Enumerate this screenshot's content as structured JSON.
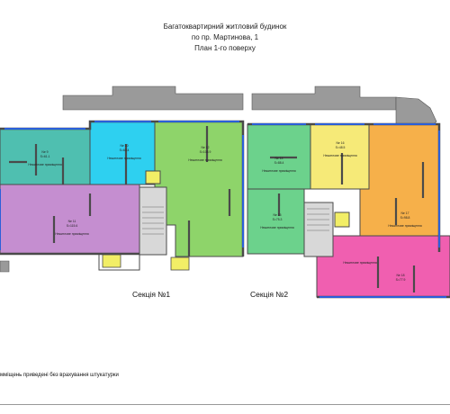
{
  "title": {
    "line1": "Багатоквартирний житловий будинок",
    "line2": "по пр. Мартинова, 1",
    "line3": "План 1-го поверху"
  },
  "sections": {
    "s1": "Секція №1",
    "s2": "Секція №2"
  },
  "footnote": "мміщень приведені без врахування штукатурки",
  "colors": {
    "wall": "#4a4a4a",
    "window": "#2b5fd9",
    "terrace": "#9a9a9a",
    "teal": "#4fbfb0",
    "cyan": "#2ed0f0",
    "green_light": "#8ed46a",
    "green_mid": "#6cd28c",
    "yellow": "#f6ea78",
    "orange": "#f6b04a",
    "purple": "#c58ed0",
    "pink": "#f05fb0",
    "stair": "#d8d8d8",
    "lift": "#f2ee66"
  },
  "rooms": [
    {
      "name": "Ne 9",
      "area": "S=61.1"
    },
    {
      "name": "Ne 10",
      "area": "S=60.4"
    },
    {
      "name": "Ne 11",
      "area": "S=115.6"
    },
    {
      "name": "Ne 12",
      "area": "S=108.9"
    },
    {
      "name": "Ne 14",
      "area": "S=88.4"
    },
    {
      "name": "Ne 15",
      "area": "S=75.3"
    },
    {
      "name": "Ne 16",
      "area": "S=48.5"
    },
    {
      "name": "Ne 17",
      "area": "S=98.8"
    },
    {
      "name": "Ne 18",
      "area": "S=77.9"
    }
  ],
  "room_use": "Нежитлове приміщення"
}
